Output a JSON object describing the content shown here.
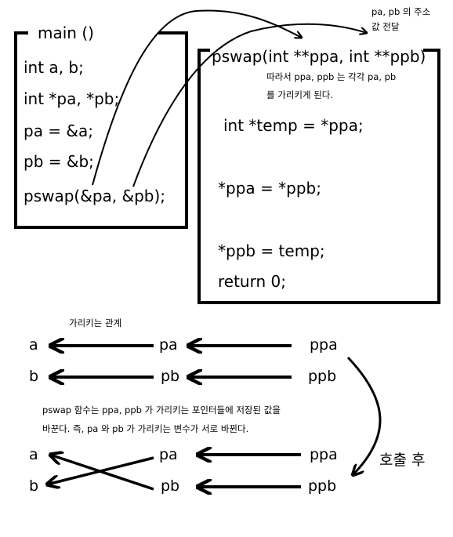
{
  "main_box": {
    "title": "main ()",
    "lines": [
      "int a, b;",
      "int *pa, *pb;",
      "pa = &a;",
      "pb = &b;",
      "pswap(&pa, &pb);"
    ]
  },
  "pswap_box": {
    "header": "pswap(int **ppa, int **ppb)",
    "note_line1": "따라서 ppa, ppb 는 각각 pa, pb",
    "note_line2": "를 가리키게 된다.",
    "lines": [
      "int *temp = *ppa;",
      "*ppa = *ppb;",
      "*ppb = temp;",
      "return 0;"
    ]
  },
  "address_note": {
    "line1": "pa, pb 의 주소",
    "line2": "값 전달"
  },
  "before": {
    "caption": "가리키는 관계",
    "row1": [
      "a",
      "pa",
      "ppa"
    ],
    "row2": [
      "b",
      "pb",
      "ppb"
    ]
  },
  "explain": {
    "line1": "pswap 함수는 ppa, ppb 가 가리키는 포인터들에 저장된 값을",
    "line2": "바꾼다. 즉, pa 와 pb 가 가리키는 변수가 서로 바뀐다."
  },
  "after": {
    "call_label": "호출 후",
    "row1": [
      "a",
      "pa",
      "ppa"
    ],
    "row2": [
      "b",
      "pb",
      "ppb"
    ]
  }
}
